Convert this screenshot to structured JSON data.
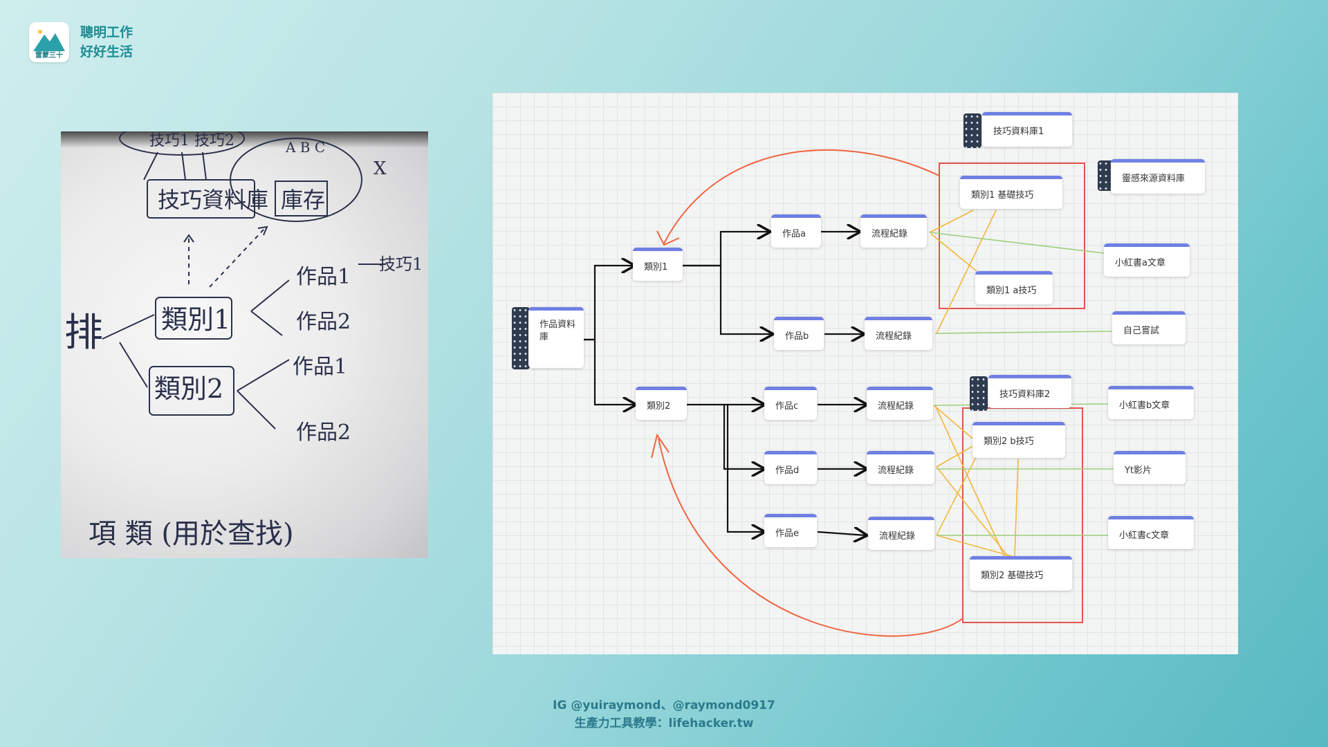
{
  "brand": {
    "logo_text": "雷蒙三十",
    "line1": "聰明工作",
    "line2": "好好生活"
  },
  "photo": {
    "labels": {
      "tips_top": "技巧1 技巧2",
      "abc": "A B C",
      "tips_db": "技巧資料庫",
      "inventory": "庫存",
      "x_mark": "X",
      "arrange": "排",
      "category1": "類別1",
      "category2": "類別2",
      "work1_a": "作品1",
      "tip1_note": "技巧1",
      "work2_a": "作品2",
      "work1_b": "作品1",
      "work2_b": "作品2",
      "bottom": "項 類 (用於查找)"
    }
  },
  "diagram": {
    "nodes": {
      "works_db": "作品資料庫",
      "cat1": "類別1",
      "cat2": "類別2",
      "work_a": "作品a",
      "work_b": "作品b",
      "work_c": "作品c",
      "work_d": "作品d",
      "work_e": "作品e",
      "flow_a": "流程紀錄",
      "flow_b": "流程紀錄",
      "flow_c": "流程紀錄",
      "flow_d": "流程紀錄",
      "flow_e": "流程紀錄",
      "tips_db1": "技巧資料庫1",
      "inspire_db": "靈感來源資料庫",
      "cat1_basic": "類別1 基礎技巧",
      "cat1_a_tip": "類別1 a技巧",
      "xhs_a": "小紅書a文章",
      "self_try": "自己嘗試",
      "tips_db2": "技巧資料庫2",
      "cat2_b_tip": "類別2 b技巧",
      "xhs_b": "小紅書b文章",
      "yt": "Yt影片",
      "xhs_c": "小紅書c文章",
      "cat2_basic": "類別2 基礎技巧"
    },
    "colors": {
      "node_accent": "#6f7fe3",
      "black_arrow": "#111111",
      "red_curve": "#f0643f",
      "orange_link": "#f2b63a",
      "green_link": "#9ccf7a",
      "highlight_box": "#e2544a"
    }
  },
  "footer": {
    "line1": "IG @yuiraymond、@raymond0917",
    "line2": "生產力工具教學：lifehacker.tw"
  }
}
